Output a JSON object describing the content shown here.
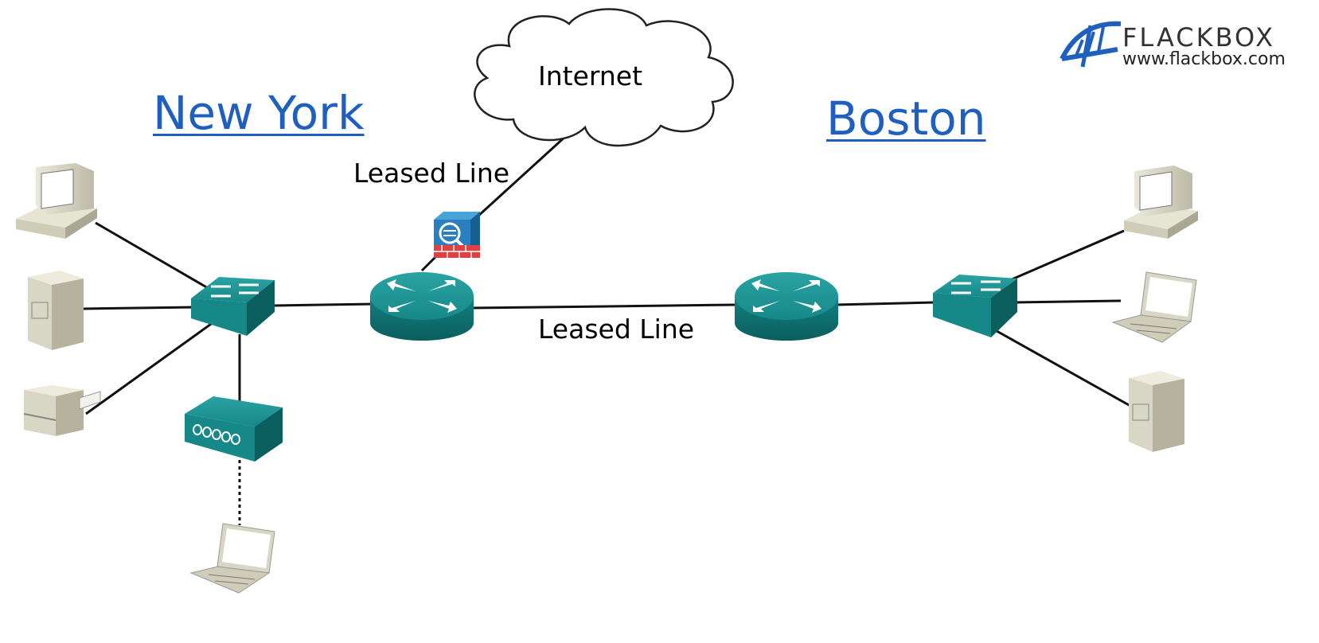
{
  "logo": {
    "brand": "FLACKBOX",
    "url": "www.flackbox.com"
  },
  "sites": {
    "left": "New York",
    "right": "Boston"
  },
  "cloud": {
    "label": "Internet"
  },
  "links": {
    "internet": "Leased Line",
    "wan": "Leased Line"
  },
  "colors": {
    "teal": "#1a8a8a",
    "teal_dark": "#0f6a6a",
    "beige": "#d8d6c4",
    "link_blue": "#1f5fbf",
    "firewall_red": "#e04040",
    "firewall_blue": "#2a7fc0"
  }
}
